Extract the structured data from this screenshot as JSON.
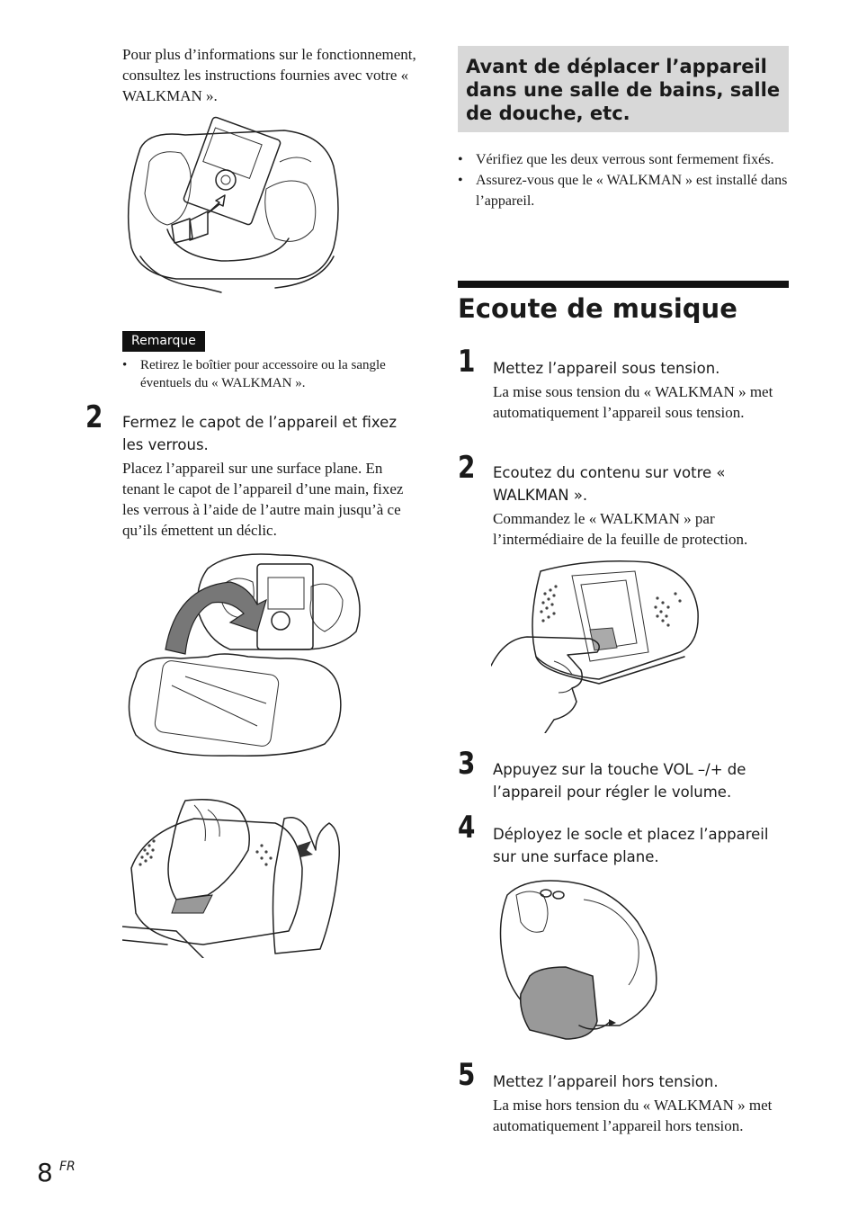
{
  "left": {
    "intro": "Pour plus d’informations sur le fonctionnement, consultez les instructions fournies avec votre « WALKMAN ».",
    "remark_label": "Remarque",
    "remark_items": [
      "Retirez le boîtier pour accessoire ou la sangle éventuels du « WALKMAN »."
    ],
    "step2": {
      "number": "2",
      "title": "Fermez le capot de l’appareil et fixez les verrous.",
      "body": "Placez l’appareil sur une surface plane. En tenant le capot de l’appareil d’une main, fixez les verrous à l’aide de l’autre main jusqu’à ce qu’ils émettent un déclic."
    }
  },
  "right": {
    "box_title": "Avant de déplacer l’appareil dans une salle de bains, salle de douche, etc.",
    "box_items": [
      "Vérifiez que les deux verrous sont fermement fixés.",
      "Assurez-vous que le « WALKMAN » est installé dans l’appareil."
    ],
    "section_title": "Ecoute de musique",
    "steps": [
      {
        "number": "1",
        "title": "Mettez l’appareil sous tension.",
        "body": "La mise sous tension du « WALKMAN » met automatiquement l’appareil sous tension."
      },
      {
        "number": "2",
        "title": "Ecoutez du contenu sur votre « WALKMAN ».",
        "body": "Commandez le « WALKMAN » par l’intermédiaire de la feuille de protection."
      },
      {
        "number": "3",
        "title": "Appuyez sur la touche VOL –/+ de l’appareil pour régler le volume.",
        "body": ""
      },
      {
        "number": "4",
        "title": "Déployez le socle et placez l’appareil sur une surface plane.",
        "body": ""
      },
      {
        "number": "5",
        "title": "Mettez l’appareil hors tension.",
        "body": "La mise hors tension du « WALKMAN » met automatiquement l’appareil hors tension."
      }
    ]
  },
  "footer": {
    "page_number": "8",
    "lang": "FR"
  }
}
